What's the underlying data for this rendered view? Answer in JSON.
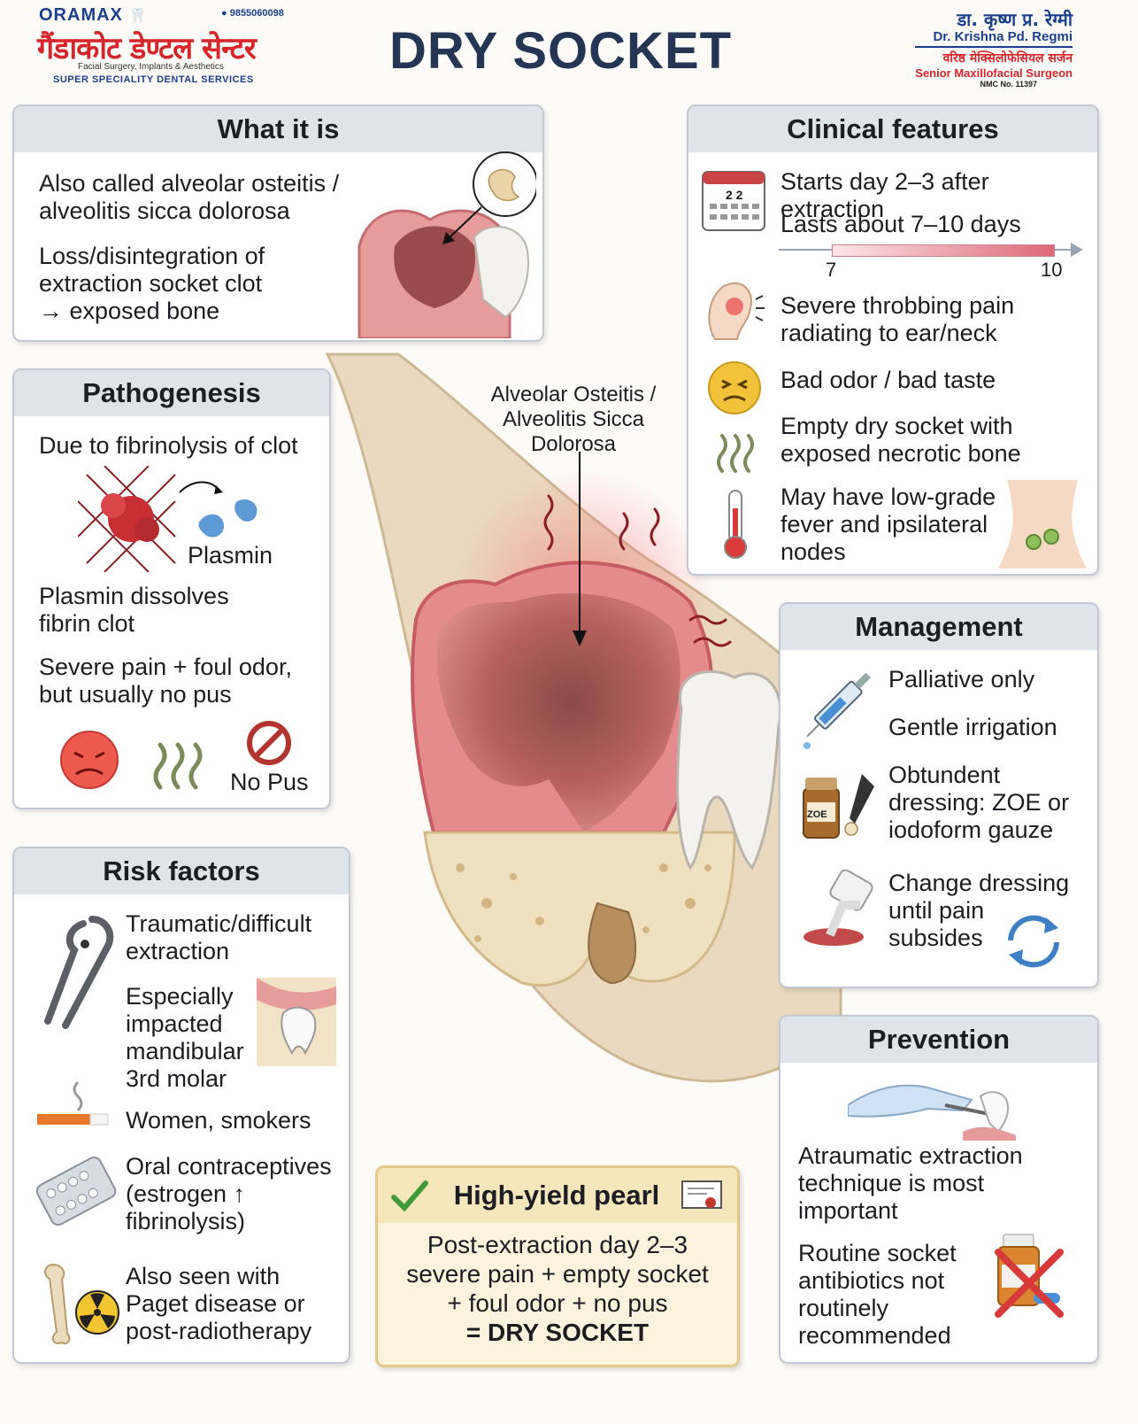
{
  "header": {
    "brand": "ORAMAX",
    "phone": "9855060098",
    "clinic_name": "गैंडाकोट डेण्टल सेन्टर",
    "tagline": "Facial Surgery, Implants & Aesthetics",
    "services": "SUPER SPECIALITY DENTAL SERVICES",
    "title": "DRY SOCKET",
    "doctor_nepali": "डा. कृष्ण प्र. रेग्मी",
    "doctor_name": "Dr. Krishna Pd. Regmi",
    "doctor_title_nepali": "वरिष्ठ मेक्सिलोफेसियल सर्जन",
    "doctor_title": "Senior Maxillofacial Surgeon",
    "nmc": "NMC No. 11397"
  },
  "what_it_is": {
    "title": "What it is",
    "p1_l1": "Also called alveolar osteitis /",
    "p1_l2": "alveolitis sicca dolorosa",
    "p2_l1": "Loss/disintegration of",
    "p2_l2": "extraction socket clot",
    "p2_l3": "→ exposed bone"
  },
  "pathogenesis": {
    "title": "Pathogenesis",
    "p1": "Due to fibrinolysis of clot",
    "plasmin_label": "Plasmin",
    "p2_l1": "Plasmin dissolves",
    "p2_l2": "fibrin clot",
    "p3_l1": "Severe pain + foul odor,",
    "p3_l2": "but usually no pus",
    "no_pus": "No Pus"
  },
  "risk_factors": {
    "title": "Risk factors",
    "r1_l1": "Traumatic/difficult",
    "r1_l2": "extraction",
    "r2_l1": "Especially",
    "r2_l2": "impacted",
    "r2_l3": "mandibular",
    "r2_l4": "3rd molar",
    "r3": "Women, smokers",
    "r4_l1": "Oral contraceptives",
    "r4_l2": "(estrogen ↑",
    "r4_l3": "fibrinolysis)",
    "r5_l1": "Also seen with",
    "r5_l2": "Paget disease or",
    "r5_l3": "post-radiotherapy"
  },
  "clinical": {
    "title": "Clinical features",
    "calendar_days": "2 2",
    "f1": "Starts day 2–3 after extraction",
    "f2": "Lasts about 7–10 days",
    "range_min": "7",
    "range_max": "10",
    "f3_l1": "Severe throbbing pain",
    "f3_l2": "radiating to ear/neck",
    "f4": "Bad odor / bad taste",
    "f5_l1": "Empty dry socket with",
    "f5_l2": "exposed necrotic bone",
    "f6_l1": "May have low-grade",
    "f6_l2": "fever and ipsilateral",
    "f6_l3": "nodes"
  },
  "illustration": {
    "callout_l1": "Alveolar Osteitis /",
    "callout_l2": "Alveolitis Sicca",
    "callout_l3": "Dolorosa"
  },
  "management": {
    "title": "Management",
    "m1": "Palliative only",
    "m2": "Gentle irrigation",
    "m3_l1": "Obtundent",
    "m3_l2": "dressing: ZOE or",
    "m3_l3": "iodoform gauze",
    "zoe": "ZOE",
    "m4_l1": "Change dressing",
    "m4_l2": "until pain",
    "m4_l3": "subsides"
  },
  "prevention": {
    "title": "Prevention",
    "p1_l1": "Atraumatic extraction",
    "p1_l2": "technique is most",
    "p1_l3": "important",
    "p2_l1": "Routine socket",
    "p2_l2": "antibiotics not",
    "p2_l3": "routinely",
    "p2_l4": "recommended"
  },
  "pearl": {
    "title": "High-yield pearl",
    "l1": "Post-extraction day 2–3",
    "l2": "severe pain + empty socket",
    "l3": "+ foul odor + no pus",
    "l4": "= DRY SOCKET"
  }
}
